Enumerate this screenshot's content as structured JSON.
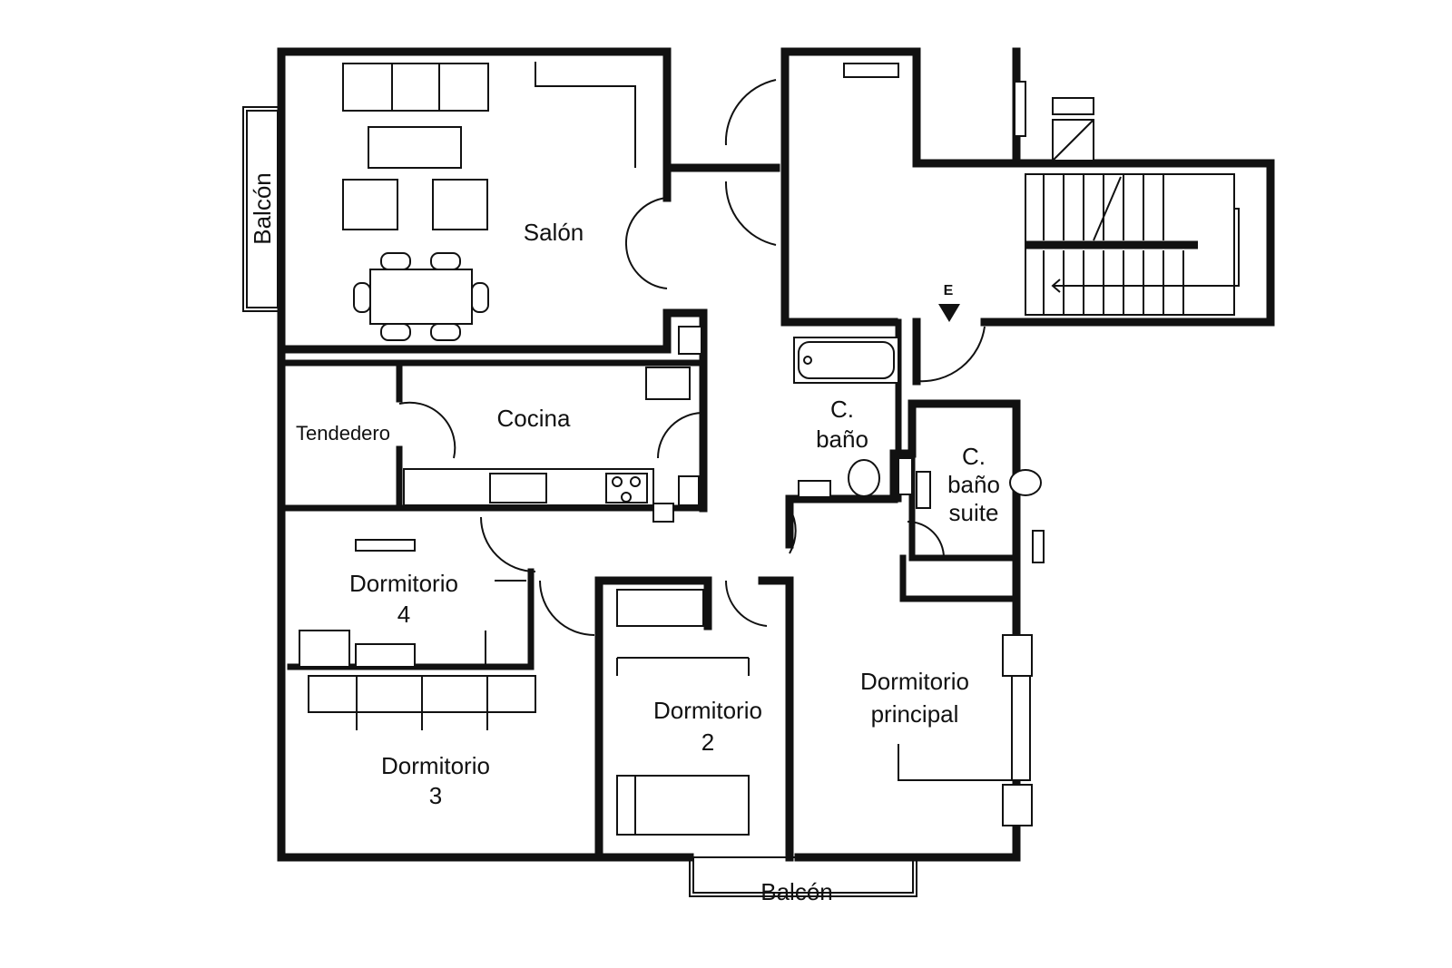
{
  "rooms": {
    "salon": "Salón",
    "cocina": "Cocina",
    "tendedero": "Tendedero",
    "balcon_left": "Balcón",
    "balcon_bottom": "Balcón",
    "c_bano_1": "C.",
    "c_bano_2": "baño",
    "bano_suite_1": "C.",
    "bano_suite_2": "baño",
    "bano_suite_3": "suite",
    "dorm4_1": "Dormitorio",
    "dorm4_2": "4",
    "dorm3_1": "Dormitorio",
    "dorm3_2": "3",
    "dorm2_1": "Dormitorio",
    "dorm2_2": "2",
    "dormp_1": "Dormitorio",
    "dormp_2": "principal"
  },
  "entrance": {
    "marker": "E"
  }
}
